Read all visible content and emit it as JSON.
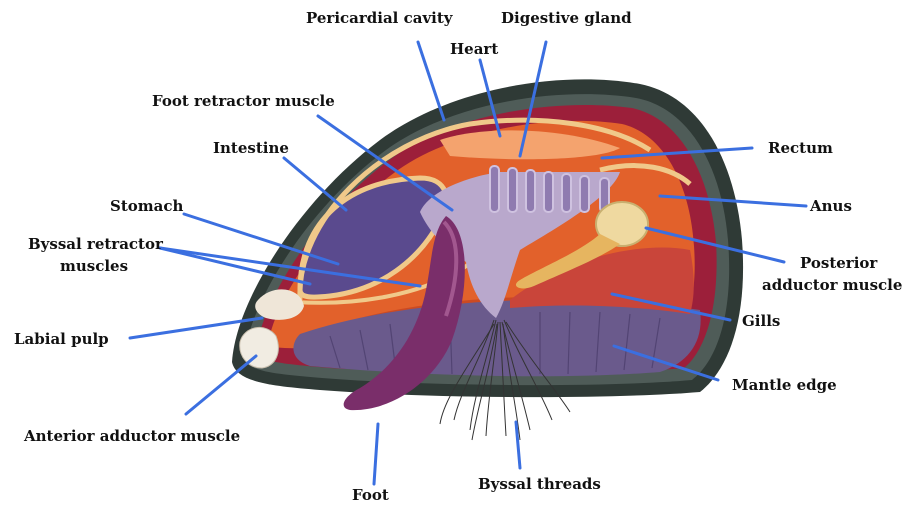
{
  "colors": {
    "leader_line": "#3b6fe0",
    "shell_outer": "#2f3a36",
    "shell_rim": "#4f5c58",
    "mantle": "#e2612b",
    "mantle_dark": "#b8391e",
    "mantle_edge": "#9c1f3a",
    "gills": "#6a5a8c",
    "gut_tube": "#f0c98a",
    "intestine_fill": "#5a4a8e",
    "foot": "#7a2e6a",
    "digestive": "#b9a8cc",
    "adductor": "#efd9a0",
    "byssal_thread": "#333333"
  },
  "labels": {
    "pericardial_cavity": "Pericardial cavity",
    "digestive_gland": "Digestive gland",
    "heart": "Heart",
    "foot_retractor_muscle": "Foot retractor muscle",
    "intestine": "Intestine",
    "rectum": "Rectum",
    "stomach": "Stomach",
    "anus": "Anus",
    "byssal_retractor_muscles_line1": "Byssal retractor",
    "byssal_retractor_muscles_line2": "muscles",
    "posterior_adductor_muscle_line1": "Posterior",
    "posterior_adductor_muscle_line2": "adductor muscle",
    "gills": "Gills",
    "labial_pulp": "Labial pulp",
    "mantle_edge": "Mantle edge",
    "anterior_adductor_muscle": "Anterior adductor muscle",
    "foot": "Foot",
    "byssal_threads": "Byssal threads"
  }
}
